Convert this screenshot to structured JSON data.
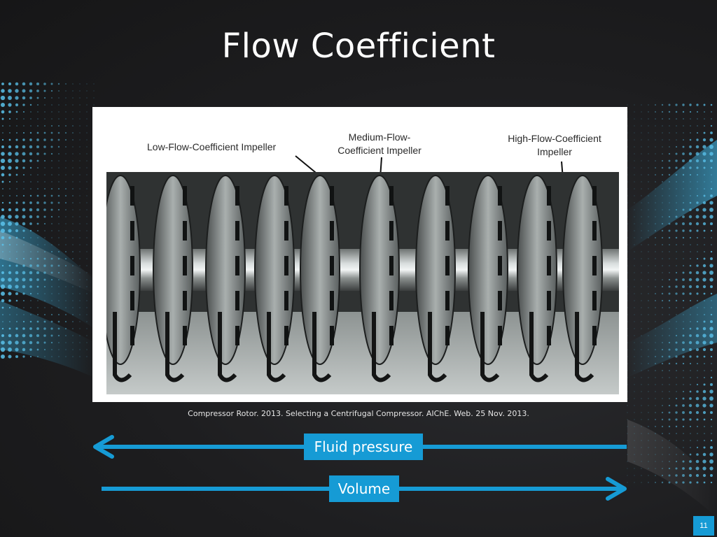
{
  "slide": {
    "title": "Flow Coefficient",
    "callouts": {
      "low": "Low-Flow-Coefficient Impeller",
      "medium_line1": "Medium-Flow-",
      "medium_line2": "Coefficient Impeller",
      "high_line1": "High-Flow-Coefficient",
      "high_line2": "Impeller"
    },
    "caption": "Compressor Rotor. 2013. Selecting a Centrifugal Compressor. AIChE. Web. 25 Nov. 2013.",
    "arrows": {
      "fluid_pressure": "Fluid pressure",
      "volume": "Volume"
    },
    "page_number": "11"
  },
  "colors": {
    "accent": "#169bd5",
    "background": "#1c1c1e",
    "title_text": "#ffffff"
  }
}
